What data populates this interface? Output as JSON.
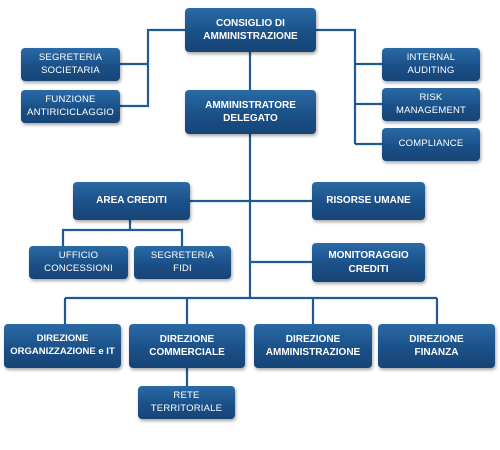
{
  "nodes": {
    "consiglio": "CONSIGLIO DI\nAMMINISTRAZIONE",
    "segreteria_societaria": "SEGRETERIA\nSOCIETARIA",
    "funzione_antiriciclaggio": "FUNZIONE\nANTIRICICLAGGIO",
    "internal_auditing": "INTERNAL\nAUDITING",
    "risk_management": "RISK\nMANAGEMENT",
    "compliance": "COMPLIANCE",
    "amministratore_delegato": "AMMINISTRATORE\nDELEGATO",
    "area_crediti": "AREA CREDITI",
    "risorse_umane": "RISORSE UMANE",
    "ufficio_concessioni": "UFFICIO\nCONCESSIONI",
    "segreteria_fidi": "SEGRETERIA\nFIDI",
    "monitoraggio_crediti": "MONITORAGGIO\nCREDITI",
    "direzione_organizzazione_it": "DIREZIONE\nORGANIZZAZIONE e IT",
    "direzione_commerciale": "DIREZIONE\nCOMMERCIALE",
    "direzione_amministrazione": "DIREZIONE\nAMMINISTRAZIONE",
    "direzione_finanza": "DIREZIONE\nFINANZA",
    "rete_territoriale": "RETE\nTERRITORIALE"
  },
  "colors": {
    "box": "#1b5088",
    "line": "#1f5a92"
  }
}
